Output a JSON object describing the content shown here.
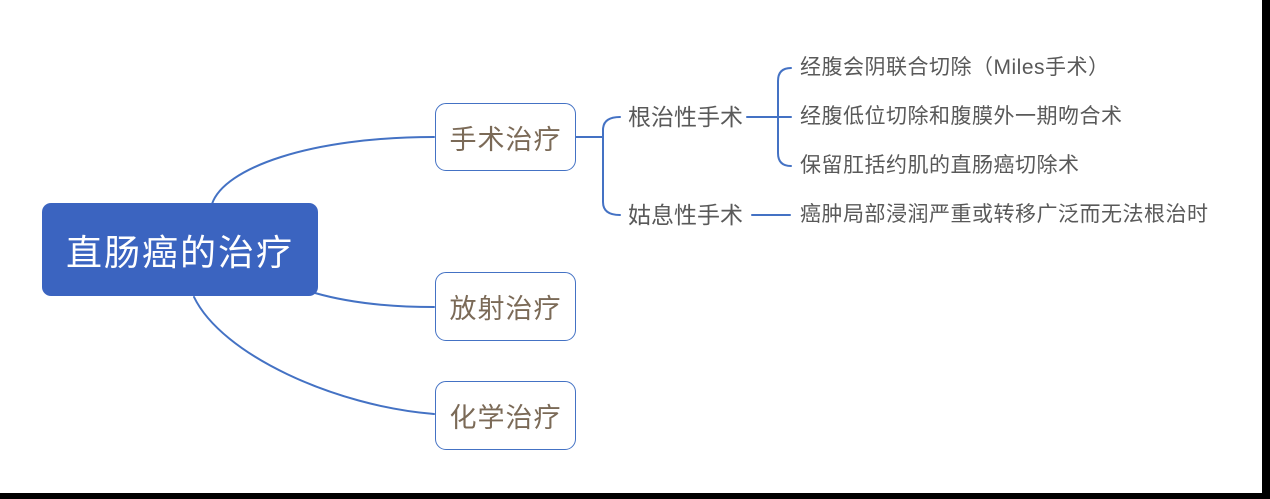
{
  "colors": {
    "accent": "#4472c4",
    "root_fill": "#3b64c0",
    "root_text": "#ffffff",
    "box_text": "#7b6a57",
    "label_text": "#595959",
    "frame_bar": "#000000",
    "canvas_bg": "#ffffff"
  },
  "mindmap": {
    "root": {
      "label": "直肠癌的治疗"
    },
    "branches": [
      {
        "label": "手术治疗",
        "children": [
          {
            "label": "根治性手术",
            "children": [
              "经腹会阴联合切除（Miles手术）",
              "经腹低位切除和腹膜外一期吻合术",
              "保留肛括约肌的直肠癌切除术"
            ]
          },
          {
            "label": "姑息性手术",
            "children": [
              "癌肿局部浸润严重或转移广泛而无法根治时"
            ]
          }
        ]
      },
      {
        "label": "放射治疗",
        "children": []
      },
      {
        "label": "化学治疗",
        "children": []
      }
    ]
  }
}
